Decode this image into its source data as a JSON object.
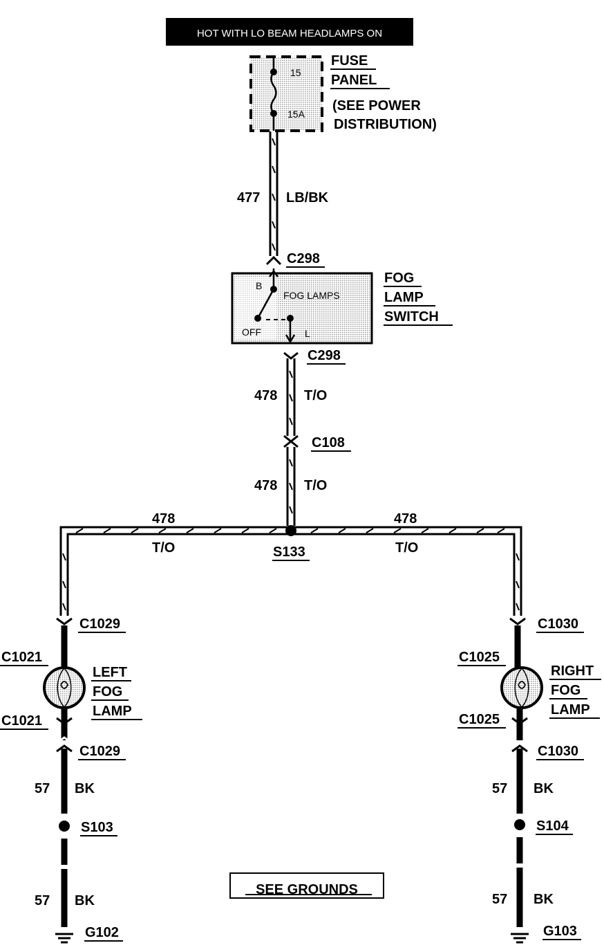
{
  "header": {
    "text": "HOT WITH LO BEAM HEADLAMPS ON"
  },
  "fuse_panel": {
    "title_line1": "FUSE",
    "title_line2": "PANEL",
    "note_line1": "(SEE POWER",
    "note_line2": "DISTRIBUTION)",
    "fuse_number": "15",
    "fuse_rating": "15A"
  },
  "wire_477": {
    "circuit": "477",
    "color": "LB/BK"
  },
  "switch": {
    "connector_top": "C298",
    "connector_bottom": "C298",
    "title_line1": "FOG",
    "title_line2": "LAMP",
    "title_line3": "SWITCH",
    "pos_b": "B",
    "pos_fog": "FOG LAMPS",
    "pos_off": "OFF",
    "pos_l": "L"
  },
  "wire_478_a": {
    "circuit": "478",
    "color": "T/O"
  },
  "connector_c108": "C108",
  "wire_478_b": {
    "circuit": "478",
    "color": "T/O"
  },
  "splice_s133": "S133",
  "wire_478_left": {
    "circuit": "478",
    "color": "T/O"
  },
  "wire_478_right": {
    "circuit": "478",
    "color": "T/O"
  },
  "left_lamp": {
    "connector_upper": "C1029",
    "connector_lamp_upper": "C1021",
    "title_line1": "LEFT",
    "title_line2": "FOG",
    "title_line3": "LAMP",
    "connector_lamp_lower": "C1021",
    "connector_lower": "C1029",
    "wire_upper": {
      "circuit": "57",
      "color": "BK"
    },
    "splice": "S103",
    "wire_lower": {
      "circuit": "57",
      "color": "BK"
    },
    "ground": "G102"
  },
  "right_lamp": {
    "connector_upper": "C1030",
    "connector_lamp_upper": "C1025",
    "title_line1": "RIGHT",
    "title_line2": "FOG",
    "title_line3": "LAMP",
    "connector_lamp_lower": "C1025",
    "connector_lower": "C1030",
    "wire_upper": {
      "circuit": "57",
      "color": "BK"
    },
    "splice": "S104",
    "wire_lower": {
      "circuit": "57",
      "color": "BK"
    },
    "ground": "G103"
  },
  "see_grounds": "SEE GROUNDS",
  "colors": {
    "ink": "#000000",
    "shade": "#d8d8d8",
    "paper": "#ffffff"
  }
}
